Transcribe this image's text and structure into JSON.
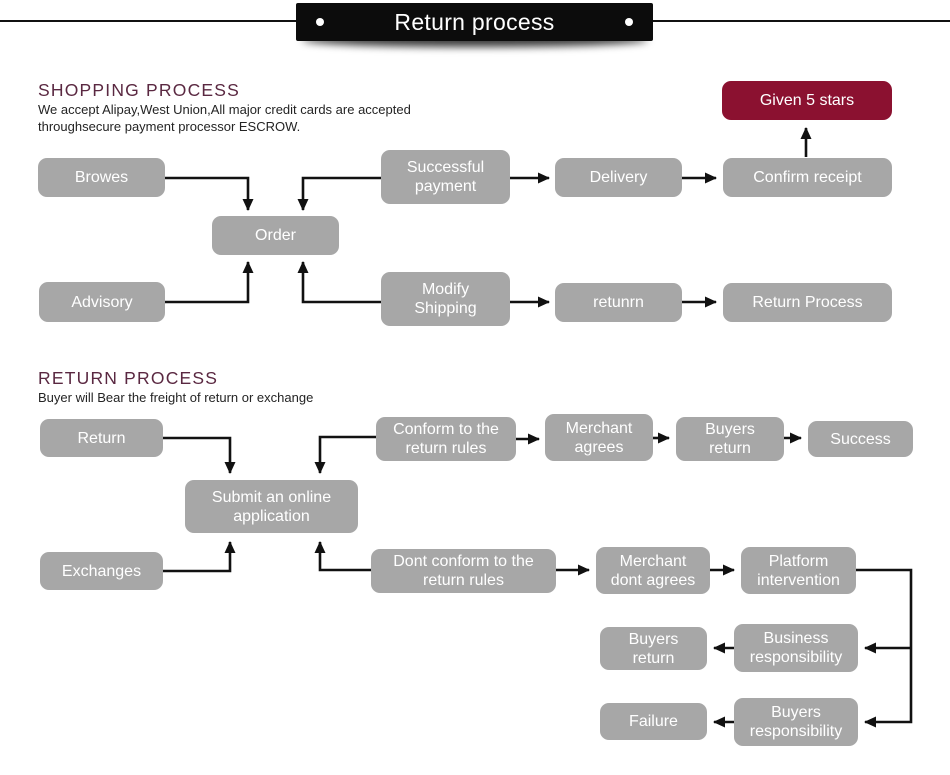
{
  "banner": {
    "title": "Return process"
  },
  "colors": {
    "node_gray": "#a7a7a7",
    "accent_maroon": "#8b1130",
    "heading_maroon": "#5a2841",
    "line_black": "#111111"
  },
  "shopping_section": {
    "heading": "SHOPPING PROCESS",
    "note": "We accept Alipay,West Union,All major credit cards are accepted\nthroughsecure payment processor ESCROW."
  },
  "return_section": {
    "heading": "RETURN PROCESS",
    "note": "Buyer will Bear the freight of return or exchange"
  },
  "nodes": {
    "browes": "Browes",
    "order": "Order",
    "successful_payment": "Successful\npayment",
    "delivery": "Delivery",
    "confirm_receipt": "Confirm receipt",
    "given_5_stars": "Given 5 stars",
    "advisory": "Advisory",
    "modify_shipping": "Modify\nShipping",
    "retunrn": "retunrn",
    "return_process": "Return Process",
    "return": "Return",
    "submit_application": "Submit an online\napplication",
    "conform_rules": "Conform to the\nreturn rules",
    "merchant_agrees": "Merchant\nagrees",
    "buyers_return_top": "Buyers\nreturn",
    "success": "Success",
    "exchanges": "Exchanges",
    "dont_conform_rules": "Dont conform to the\nreturn rules",
    "merchant_dont_agrees": "Merchant\ndont agrees",
    "platform_intervention": "Platform\nintervention",
    "buyers_return_bottom": "Buyers\nreturn",
    "business_responsibility": "Business\nresponsibility",
    "failure": "Failure",
    "buyers_responsibility": "Buyers\nresponsibility"
  }
}
